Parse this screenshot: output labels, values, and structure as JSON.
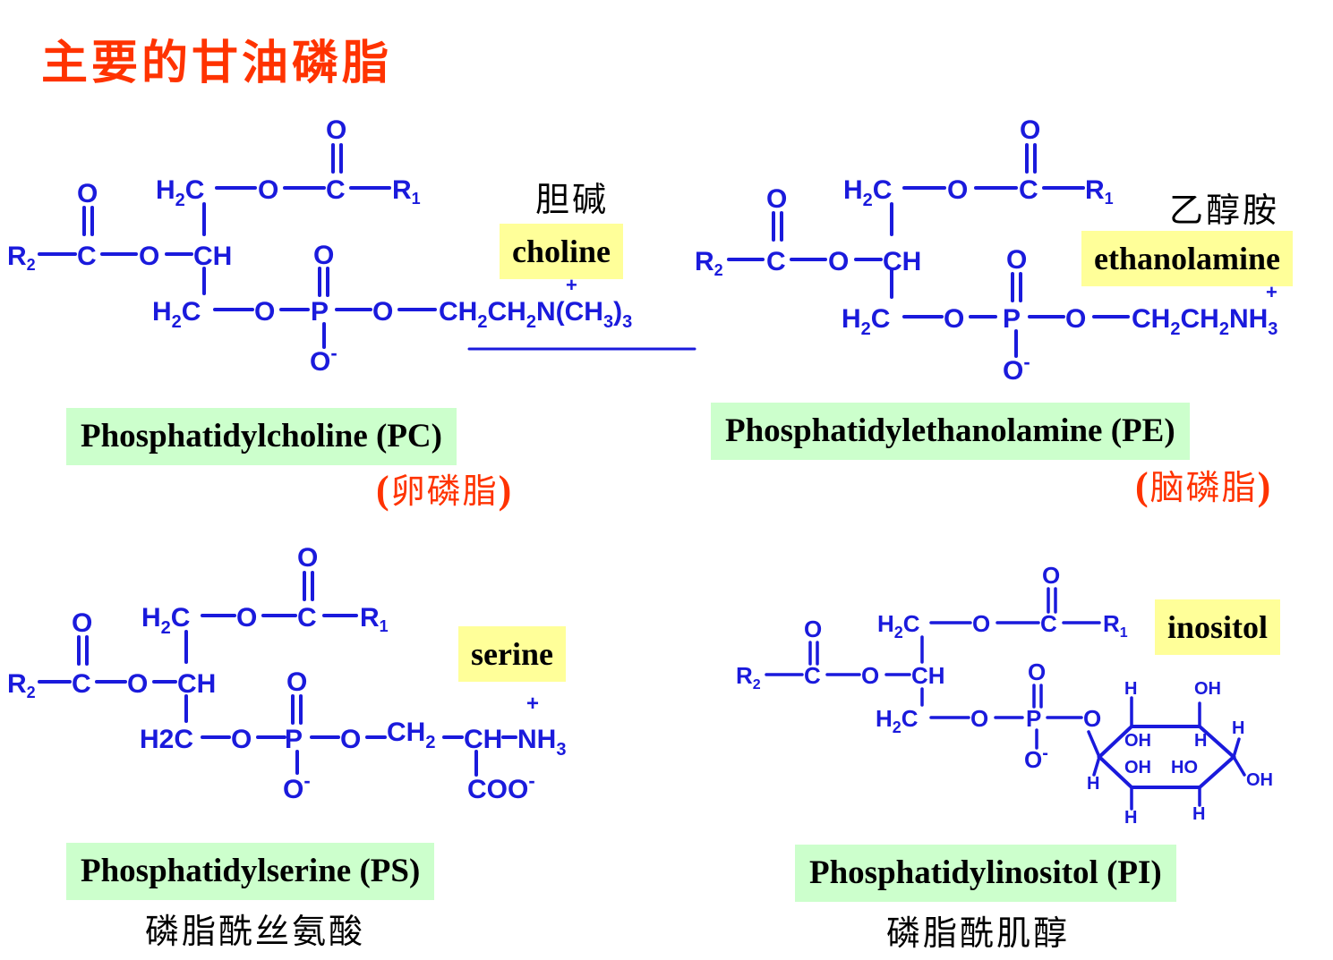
{
  "title": "主要的甘油磷脂",
  "pc": {
    "name": "Phosphatidylcholine (PC)",
    "alias_open": "(",
    "alias_text": "卵磷脂",
    "alias_close": ")",
    "head_label": "choline",
    "head_cn": "胆碱"
  },
  "pe": {
    "name": "Phosphatidylethanolamine (PE)",
    "alias_open": "(",
    "alias_text": "脑磷脂",
    "alias_close": ")",
    "head_label": "ethanolamine",
    "head_cn": "乙醇胺"
  },
  "ps": {
    "name": "Phosphatidylserine (PS)",
    "cn": "磷脂酰丝氨酸",
    "head_label": "serine"
  },
  "pi": {
    "name": "Phosphatidylinositol (PI)",
    "cn": "磷脂酰肌醇",
    "head_label": "inositol"
  },
  "colors": {
    "structure": "#1a1adc",
    "title": "#ff3300",
    "label_bg_yellow": "#ffff99",
    "label_bg_green": "#ccffcc",
    "underline": "#cc3377"
  }
}
